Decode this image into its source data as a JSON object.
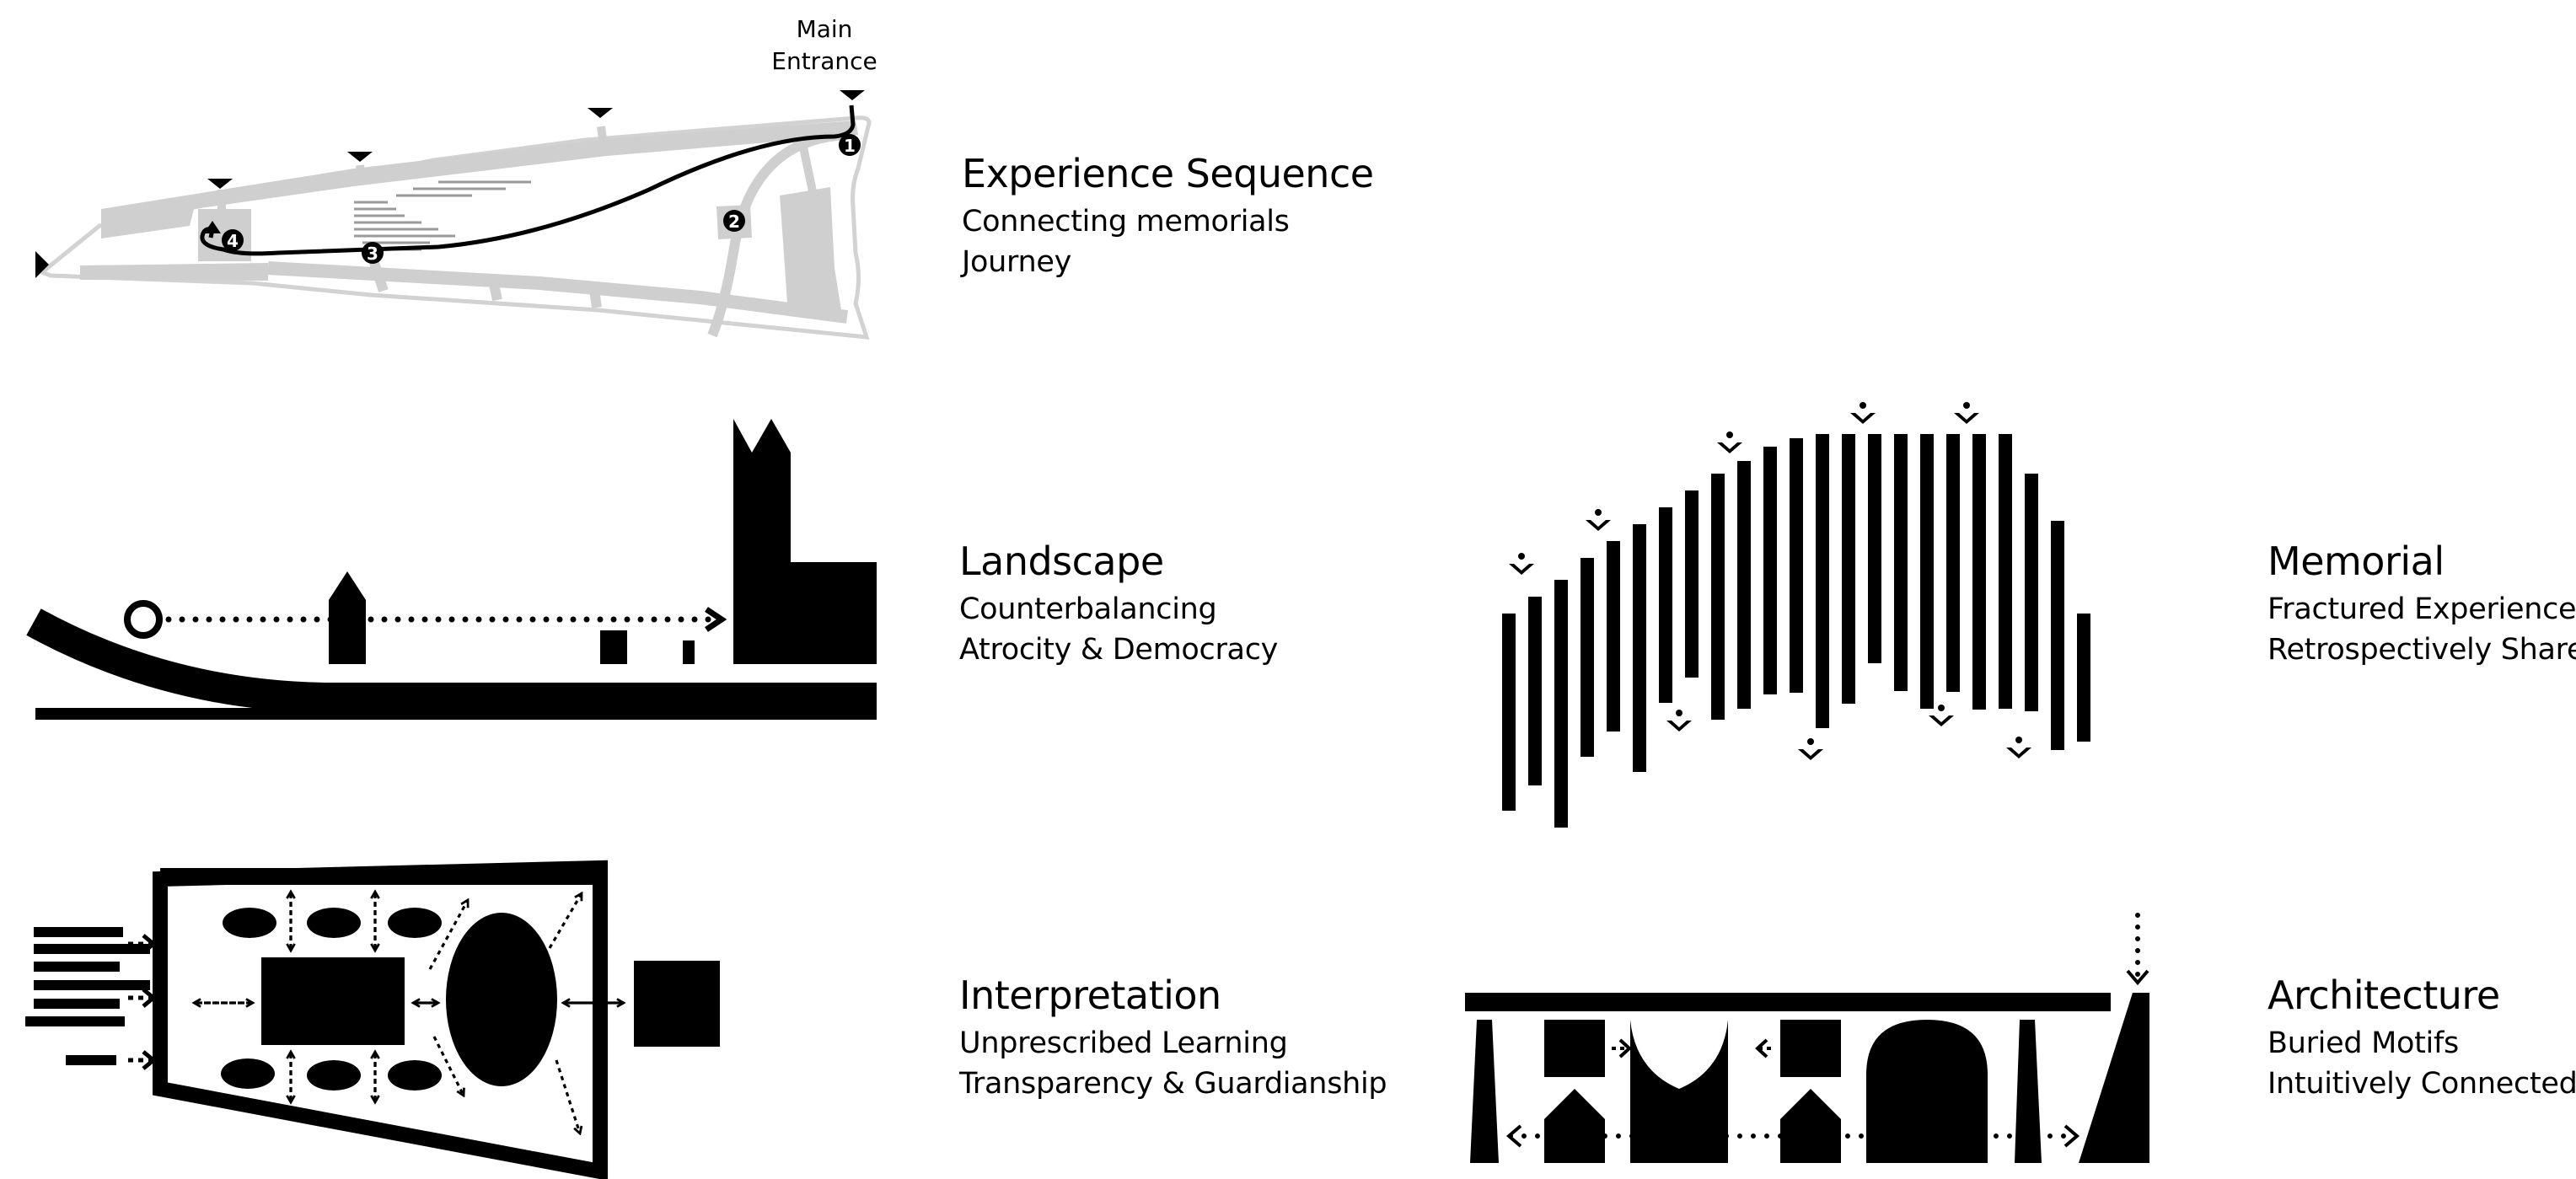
{
  "panels": {
    "experience": {
      "title": "Experience Sequence",
      "lines": [
        "Connecting memorials",
        "Journey"
      ],
      "entrance_label": [
        "Main",
        "Entrance"
      ],
      "stops": [
        "1",
        "2",
        "3",
        "4"
      ]
    },
    "landscape": {
      "title": "Landscape",
      "lines": [
        "Counterbalancing",
        "Atrocity & Democracy"
      ]
    },
    "memorial": {
      "title": "Memorial",
      "lines": [
        "Fractured Experiences",
        "Retrospectively Shared"
      ]
    },
    "interpretation": {
      "title": "Interpretation",
      "lines": [
        "Unprescribed Learning",
        "Transparency & Guardianship"
      ]
    },
    "architecture": {
      "title": "Architecture",
      "lines": [
        "Buried Motifs",
        "Intuitively Connected"
      ]
    }
  },
  "colors": {
    "ink": "#000000",
    "ground": "#cfcfcf",
    "outline": "#d4d4d4",
    "background": "#ffffff"
  }
}
